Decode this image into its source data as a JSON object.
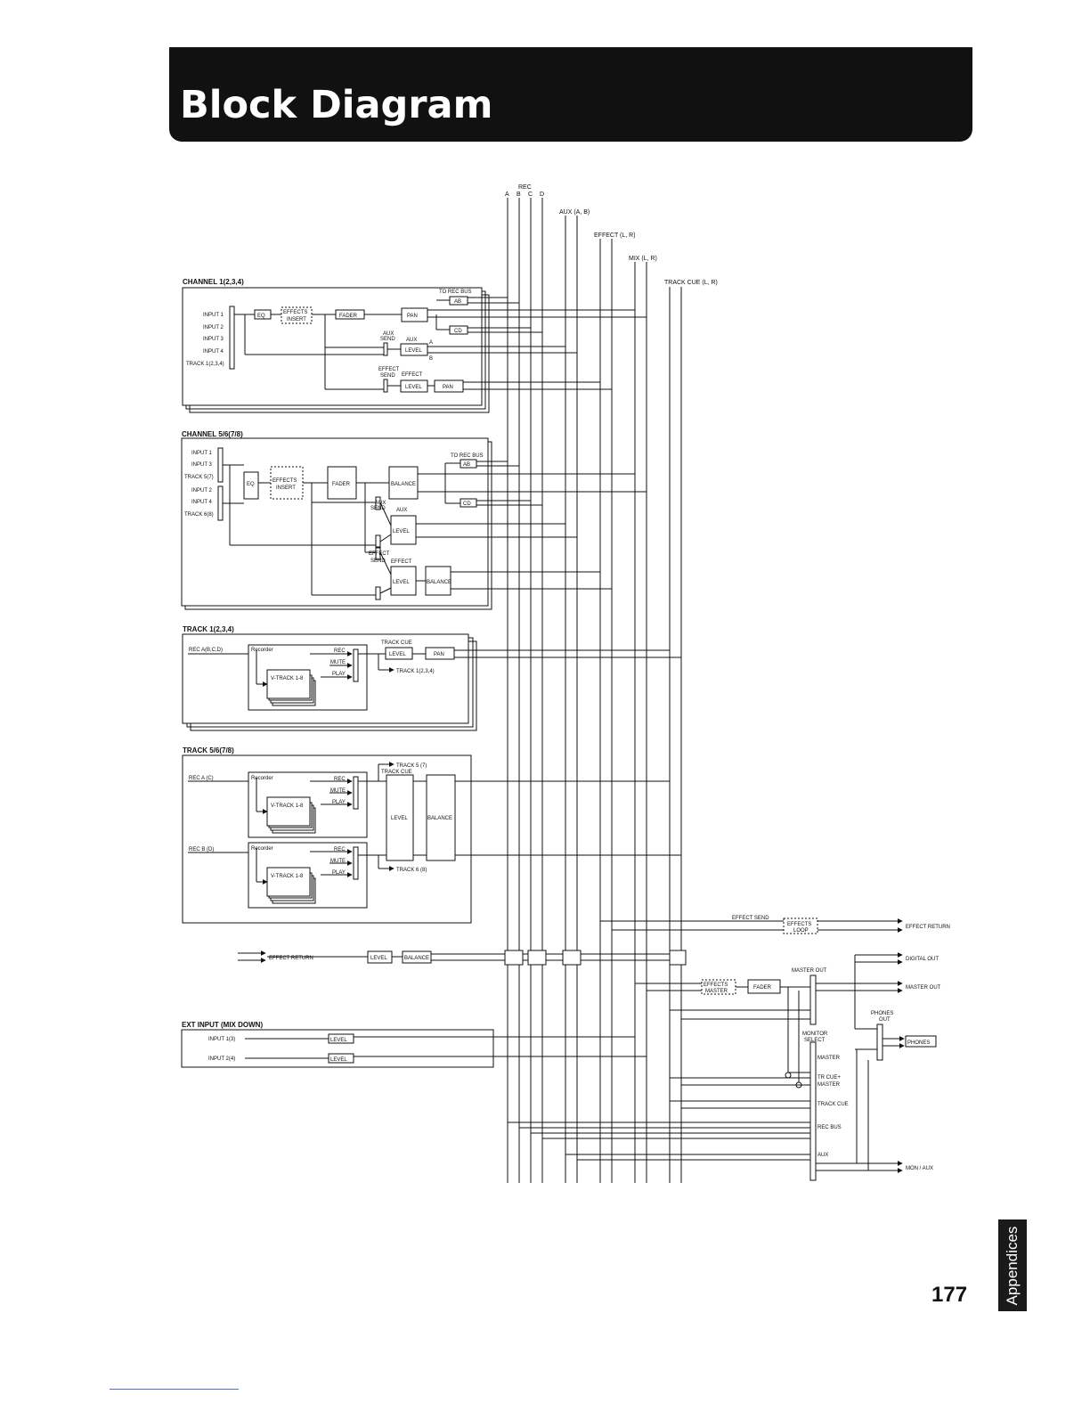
{
  "header": {
    "title": "Block Diagram"
  },
  "tab": {
    "label": "Appendices"
  },
  "page": {
    "number": "177"
  },
  "buses": {
    "rec": "REC",
    "rec_a": "A",
    "rec_b": "B",
    "rec_c": "C",
    "rec_d": "D",
    "aux": "AUX (A, B)",
    "effect": "EFFECT (L, R)",
    "mix": "MIX (L, R)",
    "track_cue": "TRACK CUE (L, R)"
  },
  "ch1": {
    "title": "CHANNEL 1(2,3,4)",
    "inputs": [
      "INPUT 1",
      "INPUT 2",
      "INPUT 3",
      "INPUT 4",
      "TRACK 1(2,3,4)"
    ],
    "eq": "EQ",
    "effects1": "EFFECTS",
    "effects2": "INSERT",
    "fader": "FADER",
    "pan": "PAN",
    "to_rec_bus": "TO REC BUS",
    "ab": "AB",
    "cd": "CD",
    "aux_send1": "AUX",
    "aux_send2": "SEND",
    "aux": "AUX",
    "level": "LEVEL",
    "a": "A",
    "b": "B",
    "eff_send1": "EFFECT",
    "eff_send2": "SEND",
    "effect": "EFFECT",
    "eff_level": "LEVEL",
    "eff_pan": "PAN"
  },
  "ch5": {
    "title": "CHANNEL 5/6(7/8)",
    "inputs": [
      "INPUT 1",
      "INPUT 3",
      "TRACK 5(7)",
      "INPUT 2",
      "INPUT 4",
      "TRACK 6(8)"
    ],
    "eq": "EQ",
    "effects1": "EFFECTS",
    "effects2": "INSERT",
    "fader": "FADER",
    "balance": "BALANCE",
    "to_rec_bus": "TO REC BUS",
    "ab": "AB",
    "cd": "CD",
    "aux_send1": "AUX",
    "aux_send2": "SEND",
    "aux": "AUX",
    "level": "LEVEL",
    "eff_send1": "EFFECT",
    "eff_send2": "SEND",
    "effect": "EFFECT",
    "eff_level": "LEVEL",
    "eff_balance": "BALANCE"
  },
  "tr1": {
    "title": "TRACK 1(2,3,4)",
    "rec": "REC A(B,C,D)",
    "recorder": "Recorder",
    "rec_lbl": "REC",
    "mute": "MUTE",
    "play": "PLAY",
    "vtrack": "V-TRACK 1-8",
    "track_cue": "TRACK CUE",
    "level": "LEVEL",
    "pan": "PAN",
    "out": "TRACK 1(2,3,4)"
  },
  "tr5": {
    "title": "TRACK 5/6(7/8)",
    "rec_a": "REC A (C)",
    "rec_b": "REC B (D)",
    "recorder": "Recorder",
    "rec_lbl": "REC",
    "mute": "MUTE",
    "play": "PLAY",
    "vtrack": "V-TRACK 1-8",
    "out5": "TRACK 5 (7)",
    "track_cue": "TRACK CUE",
    "level": "LEVEL",
    "balance": "BALANCE",
    "out6": "TRACK 6 (8)"
  },
  "ret": {
    "label": "EFFECT RETURN",
    "level": "LEVEL",
    "balance": "BALANCE"
  },
  "ext": {
    "title": "EXT INPUT (MIX DOWN)",
    "in1": "INPUT 1(3)",
    "in2": "INPUT 2(4)",
    "level": "LEVEL"
  },
  "out": {
    "effect_send": "EFFECT SEND",
    "fx_loop1": "EFFECTS",
    "fx_loop2": "LOOP",
    "effect_return": "EFFECT RETURN",
    "digital_out": "DIGITAL OUT",
    "master_out_lbl": "MASTER OUT",
    "fx_master1": "EFFECTS",
    "fx_master2": "MASTER",
    "fader": "FADER",
    "master_out": "MASTER OUT",
    "phones_out1": "PHONES",
    "phones_out2": "OUT",
    "phones": "PHONES",
    "monitor1": "MONITOR",
    "monitor2": "SELECT",
    "sel_master": "MASTER",
    "sel_trcue1": "TR CUE+",
    "sel_trcue2": "MASTER",
    "sel_trackcue": "TRACK CUE",
    "sel_recbus": "REC BUS",
    "sel_aux": "AUX",
    "mon_aux": "MON / AUX"
  }
}
